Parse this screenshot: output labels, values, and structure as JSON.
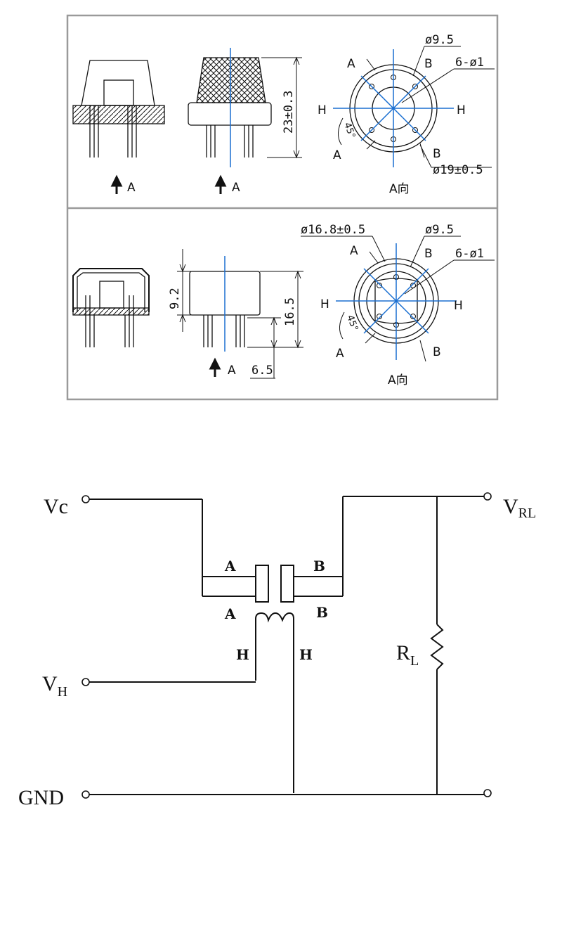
{
  "package_top": {
    "view_label": "A",
    "view_direction_label": "A向",
    "dim_height": "23±0.3",
    "dim_inner_dia": "ø9.5",
    "dim_pins": "6-ø1",
    "dim_outer_dia": "ø19±0.5",
    "pin_a": "A",
    "pin_b": "B",
    "pin_h": "H",
    "angle": "45°"
  },
  "package_bottom": {
    "view_label": "A",
    "view_direction_label": "A向",
    "dim_body_height": "9.2",
    "dim_total_height": "16.5",
    "dim_pin_length": "6.5",
    "dim_outer_dia": "ø16.8±0.5",
    "dim_inner_dia": "ø9.5",
    "dim_pins": "6-ø1",
    "pin_a": "A",
    "pin_b": "B",
    "pin_h": "H",
    "angle": "45°"
  },
  "circuit": {
    "vc": "Vc",
    "vh": "V",
    "vh_sub": "H",
    "vrl": "V",
    "vrl_sub": "RL",
    "rl": "R",
    "rl_sub": "L",
    "gnd": "GND",
    "pin_a": "A",
    "pin_b": "B",
    "pin_h": "H"
  },
  "colors": {
    "line": "#111111",
    "centerline": "#1a6fd1",
    "frame": "#9a9a9a"
  }
}
